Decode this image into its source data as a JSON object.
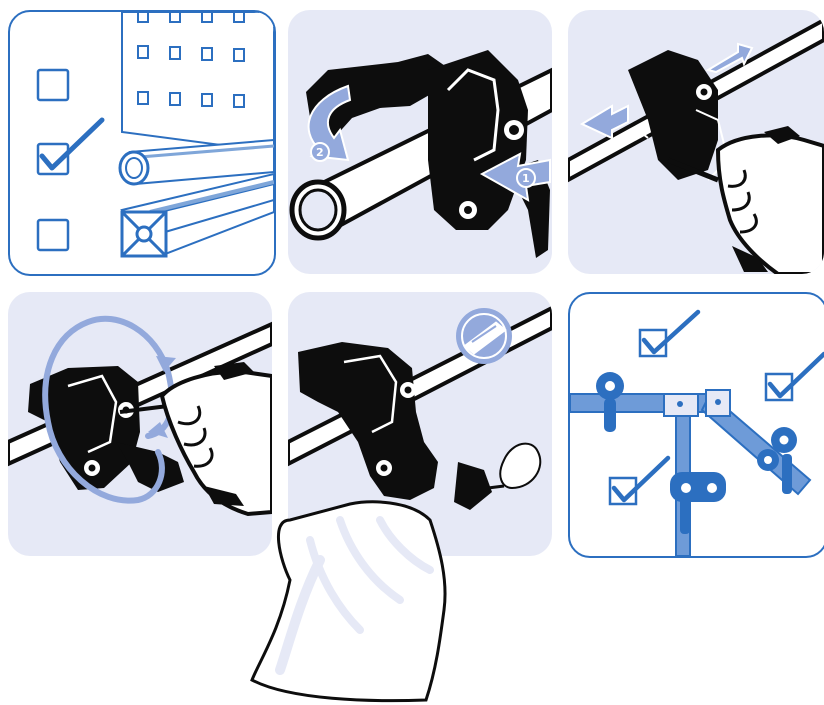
{
  "colors": {
    "brand_blue": "#2c6fc0",
    "light_blue": "#7fa6d9",
    "panel_fill": "#e6e9f6",
    "arrow_fill": "#93a9dc",
    "black": "#0d0d0d"
  },
  "panels": [
    {
      "id": "choose-profile",
      "style": "outline",
      "icons": [
        "pegboard",
        "round-tube",
        "aluminium-profile",
        "checkbox",
        "checkmark"
      ]
    },
    {
      "id": "mount-clamp",
      "style": "fill",
      "icons": [
        "clamp",
        "tube",
        "arrow-1",
        "arrow-2"
      ]
    },
    {
      "id": "slide-adjust",
      "style": "fill",
      "icons": [
        "clamp",
        "tube",
        "double-arrow",
        "hand",
        "hex-key"
      ]
    },
    {
      "id": "tighten",
      "style": "fill",
      "icons": [
        "clamp",
        "tube",
        "rotate-arrow",
        "hand",
        "hex-key"
      ]
    },
    {
      "id": "hang-bag",
      "style": "fill",
      "icons": [
        "clamp",
        "tube",
        "razor-blade",
        "bag"
      ]
    },
    {
      "id": "system-ok",
      "style": "outline",
      "icons": [
        "frame",
        "clamp",
        "checkmark"
      ]
    }
  ],
  "steps": {
    "step1": "1",
    "step2": "2"
  }
}
